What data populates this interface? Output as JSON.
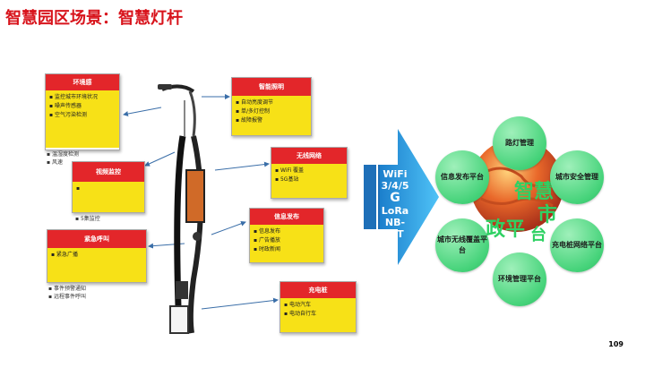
{
  "title": "智慧园区场景：智慧灯杆",
  "page_number": "109",
  "left_boxes": [
    {
      "header": "环境感",
      "items": [
        "监控城市环境状况",
        "噪声传感器",
        "空气污染检测"
      ]
    },
    {
      "header": "视频监控",
      "items": [
        ""
      ]
    },
    {
      "header": "紧急呼叫",
      "items": [
        "紧急广播"
      ]
    }
  ],
  "left_notes": [
    {
      "items": [
        "温湿度检测",
        "风速"
      ]
    },
    {
      "items": [
        "5集监控"
      ]
    },
    {
      "items": [
        "事件预警通知",
        "远程事件呼叫"
      ]
    }
  ],
  "right_boxes": [
    {
      "header": "智能照明",
      "items": [
        "自动亮度调节",
        "单/多灯控制",
        "故障报警"
      ]
    },
    {
      "header": "无线网络",
      "items": [
        "WiFi 覆盖",
        "5G基站"
      ]
    },
    {
      "header": "信息发布",
      "items": [
        "信息发布",
        "广告播放",
        "时政新闻"
      ]
    },
    {
      "header": "充电桩",
      "items": [
        "电动汽车",
        "电动自行车"
      ]
    }
  ],
  "tech_label": [
    "WiFi",
    "3/4/5",
    "G",
    "LoRa",
    "NB-",
    "IoT"
  ],
  "globe_text": [
    "智慧",
    "市",
    "政平",
    "台"
  ],
  "platforms": [
    {
      "label": "路灯管理"
    },
    {
      "label": "信息发布平台"
    },
    {
      "label": "城市安全管理"
    },
    {
      "label": "城市无线覆盖平台"
    },
    {
      "label": "充电桩网络平台"
    },
    {
      "label": "环境管理平台"
    }
  ],
  "colors": {
    "title": "#d8141c",
    "box_header": "#e3262a",
    "box_body": "#f7e117",
    "arrow": "#1e9fe3",
    "circle": "#46d37a"
  }
}
